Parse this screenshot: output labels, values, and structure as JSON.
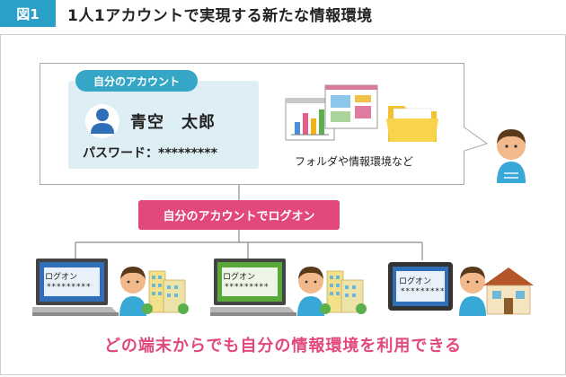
{
  "header": {
    "figure_label": "図1",
    "title": "1人1アカウントで実現する新たな情報環境"
  },
  "account_card": {
    "tab_label": "自分のアカウント",
    "user_name": "青空　太郎",
    "password_line": "パスワード：*********"
  },
  "resources_label": "フォルダや情報環境など",
  "login_banner": "自分のアカウントでログオン",
  "devices": [
    {
      "screen_title": "ログオン",
      "screen_password": "*********"
    },
    {
      "screen_title": "ログオン",
      "screen_password": "*********"
    },
    {
      "screen_title": "ログオン",
      "screen_password": "*********"
    }
  ],
  "footer_message": "どの端末からでも自分の情報環境を利用できる",
  "colors": {
    "header_badge": "#2a9fc8",
    "card_background": "#ddeef5",
    "card_tab": "#36a6c7",
    "accent_pink": "#e2487c",
    "screen_blue": "#2f6fb7",
    "screen_green": "#58a83a"
  }
}
